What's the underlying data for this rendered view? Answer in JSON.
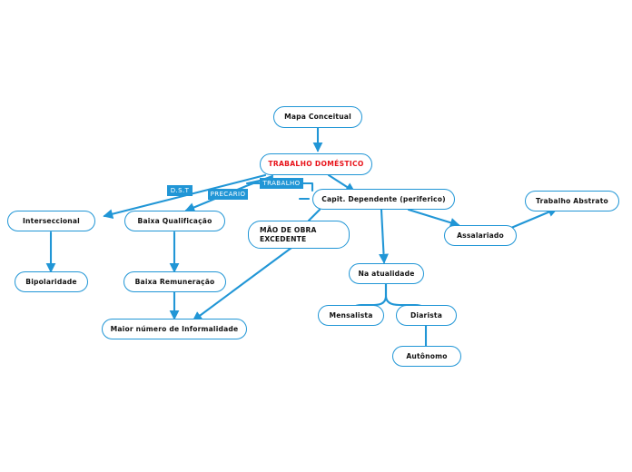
{
  "diagram": {
    "title": "Mapa Conceitual",
    "background": "#ffffff",
    "edge_color": "#2196d6",
    "node_border_color": "#2196d6",
    "node_text_color": "#111111",
    "root_text_color": "#e8131a",
    "badge_bg_color": "#2196d6",
    "badge_text_color": "#ffffff"
  },
  "nodes": {
    "mapa_conceitual": "Mapa Conceitual",
    "trabalho_domestico": "TRABALHO DOMÉSTICO",
    "capit_dependente": "Capit. Dependente (periferico)",
    "interseccional": "Interseccional",
    "bipolaridade": "Bipolaridade",
    "baixa_qualificacao": "Baixa Qualificação",
    "baixa_remuneracao": "Baixa Remuneração",
    "maior_numero_informalidade": "Maior número de Informalidade",
    "mao_de_obra_excedente_line1": "MÃO DE OBRA",
    "mao_de_obra_excedente_line2": "EXCEDENTE",
    "na_atualidade": "Na atualidade",
    "mensalista": "Mensalista",
    "diarista": "Diarista",
    "autonomo": "Autônomo",
    "assalariado": "Assalariado",
    "trabalho_abstrato": "Trabalho Abstrato"
  },
  "badges": {
    "dst": "D.S.T",
    "precario": "PRECARIO",
    "trabalho": "TRABALHO"
  }
}
